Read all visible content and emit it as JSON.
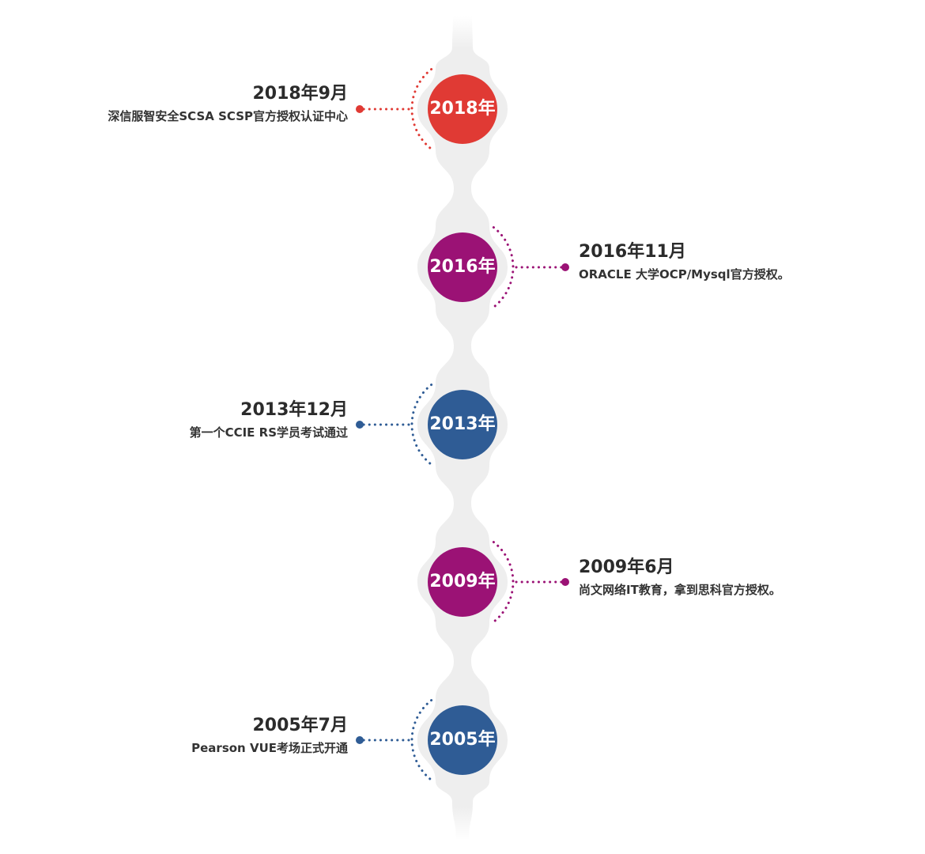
{
  "timeline": {
    "milestones": [
      {
        "year_label": "2018年",
        "date": "2018年9月",
        "description": "深信服智安全SCSA SCSP官方授权认证中心",
        "side": "left",
        "color": "#e03a34"
      },
      {
        "year_label": "2016年",
        "date": "2016年11月",
        "description": "ORACLE 大学OCP/Mysql官方授权。",
        "side": "right",
        "color": "#9b1275"
      },
      {
        "year_label": "2013年",
        "date": "2013年12月",
        "description": "第一个CCIE RS学员考试通过",
        "side": "left",
        "color": "#2f5c95"
      },
      {
        "year_label": "2009年",
        "date": "2009年6月",
        "description": "尚文网络IT教育，拿到思科官方授权。",
        "side": "right",
        "color": "#9b1275"
      },
      {
        "year_label": "2005年",
        "date": "2005年7月",
        "description": "Pearson VUE考场正式开通",
        "side": "left",
        "color": "#2f5c95"
      }
    ],
    "track_color": "#eeeeee"
  }
}
